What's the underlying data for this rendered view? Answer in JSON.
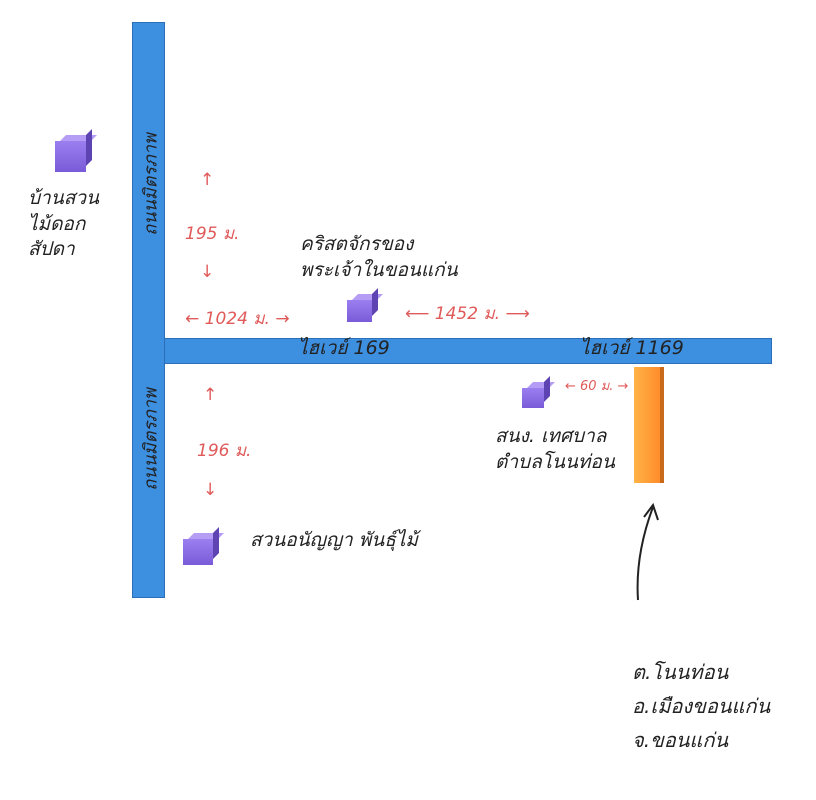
{
  "roads": {
    "vertical_upper": "ถนนมิตรภาพ",
    "vertical_lower": "ถนนมิตรภาพ",
    "highway_left": "ไฮเวย์ 169",
    "highway_right": "ไฮเวย์ 1169"
  },
  "places": {
    "garden_left": [
      "บ้านสวน",
      "ไม้ดอก",
      "สัปดา"
    ],
    "church": [
      "คริสตจักรของ",
      "พระเจ้าในขอนแก่น"
    ],
    "office": [
      "สนง. เทศบาล",
      "ตำบลโนนท่อน"
    ],
    "garden_bottom": "สวนอนัญญา พันธุ์ไม้"
  },
  "distances": {
    "north": "195 ม.",
    "west": "1024 ม.",
    "east": "1452 ม.",
    "short": "60 ม.",
    "south": "196 ม."
  },
  "address": [
    "ต.โนนท่อน",
    "อ.เมืองขอนแก่น",
    "จ.ขอนแก่น"
  ],
  "colors": {
    "road": "#3d8fe0",
    "building": "#7a5bd8",
    "destination": "#ff8c2a",
    "distance": "#e05a5a"
  }
}
